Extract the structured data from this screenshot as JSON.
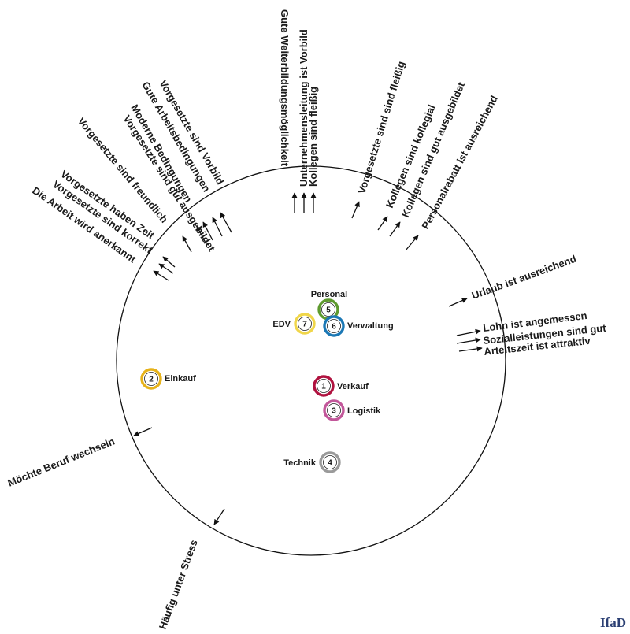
{
  "items": [
    {
      "id": "urlaub",
      "text": "Urlaub ist ausreichend"
    },
    {
      "id": "lohn",
      "text": "Lohn ist angemessen"
    },
    {
      "id": "sozial",
      "text": "Sozialleistungen sind gut"
    },
    {
      "id": "arbeitszeit",
      "text": "Arteitszeit ist attraktiv"
    },
    {
      "id": "personalrabatt",
      "text": "Personalrabatt ist ausreichend"
    },
    {
      "id": "koll-ausgebildet",
      "text": "Kollegen sind gut ausgebildet"
    },
    {
      "id": "koll-kollegial",
      "text": "Kollegen  sind kollegial"
    },
    {
      "id": "vorg-fleissig",
      "text": "Vorgesetzte sind sind fleißig"
    },
    {
      "id": "unternehmen",
      "text": "Unternehmensleitung ist Vorbild"
    },
    {
      "id": "koll-fleissig",
      "text": "Kollegen sind fleißig"
    },
    {
      "id": "weiterbildung",
      "text": "Gute Weiterbildungsmöglichkeit"
    },
    {
      "id": "vorg-vorbild",
      "text": "Vorgesetzte sind Vorbild"
    },
    {
      "id": "arbeitsbed",
      "text": "Gute Arbeitsbedingungen"
    },
    {
      "id": "modern",
      "text": "Moderne Bedingungen"
    },
    {
      "id": "vorg-ausgebildet",
      "text": "Vorgesetzte sind gut ausgebildet"
    },
    {
      "id": "vorg-freundlich",
      "text": "Vorgesetzte sind freundlich"
    },
    {
      "id": "vorg-zeit",
      "text": "Vorgesetzte haben Zeit"
    },
    {
      "id": "vorg-korrekt",
      "text": "Vorgesetzte sind korrekt"
    },
    {
      "id": "anerkannt",
      "text": "Die Arbeit wird anerkannt"
    },
    {
      "id": "beruf",
      "text": "Möchte Beruf wechseln"
    },
    {
      "id": "stress",
      "text": "Häufig unter Stress"
    }
  ],
  "departments": [
    {
      "id": "verkauf",
      "number": "1",
      "name": "Verkauf",
      "color": "#b0123f"
    },
    {
      "id": "einkauf",
      "number": "2",
      "name": "Einkauf",
      "color": "#e6b21a"
    },
    {
      "id": "logistik",
      "number": "3",
      "name": "Logistik",
      "color": "#c2579a"
    },
    {
      "id": "technik",
      "number": "4",
      "name": "Technik",
      "color": "#9a9a9a"
    },
    {
      "id": "personal",
      "number": "5",
      "name": "Personal",
      "color": "#5e9a2f"
    },
    {
      "id": "verwaltung",
      "number": "6",
      "name": "Verwaltung",
      "color": "#1b78b5"
    },
    {
      "id": "edv",
      "number": "7",
      "name": "EDV",
      "color": "#f0d64a"
    }
  ],
  "logo": "IfaD"
}
